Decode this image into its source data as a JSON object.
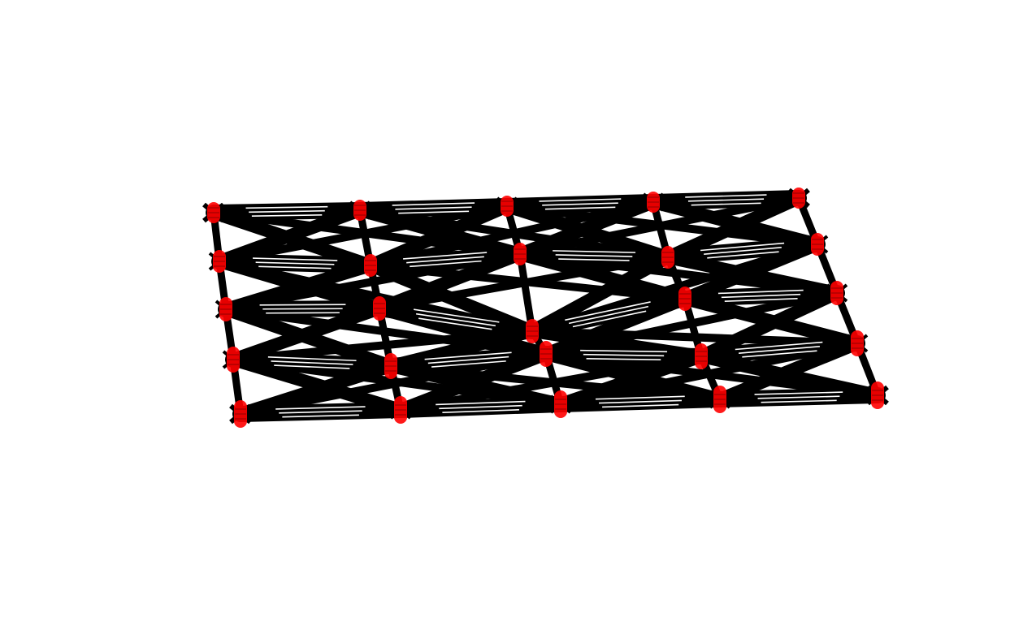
{
  "diagram": {
    "kind": "3d-mesh-render",
    "edge_color": "#000000",
    "node_color": "#ff0000",
    "background": "#ffffff",
    "grid": {
      "rows": 5,
      "cols": 5
    },
    "center_node_depressed": true
  }
}
